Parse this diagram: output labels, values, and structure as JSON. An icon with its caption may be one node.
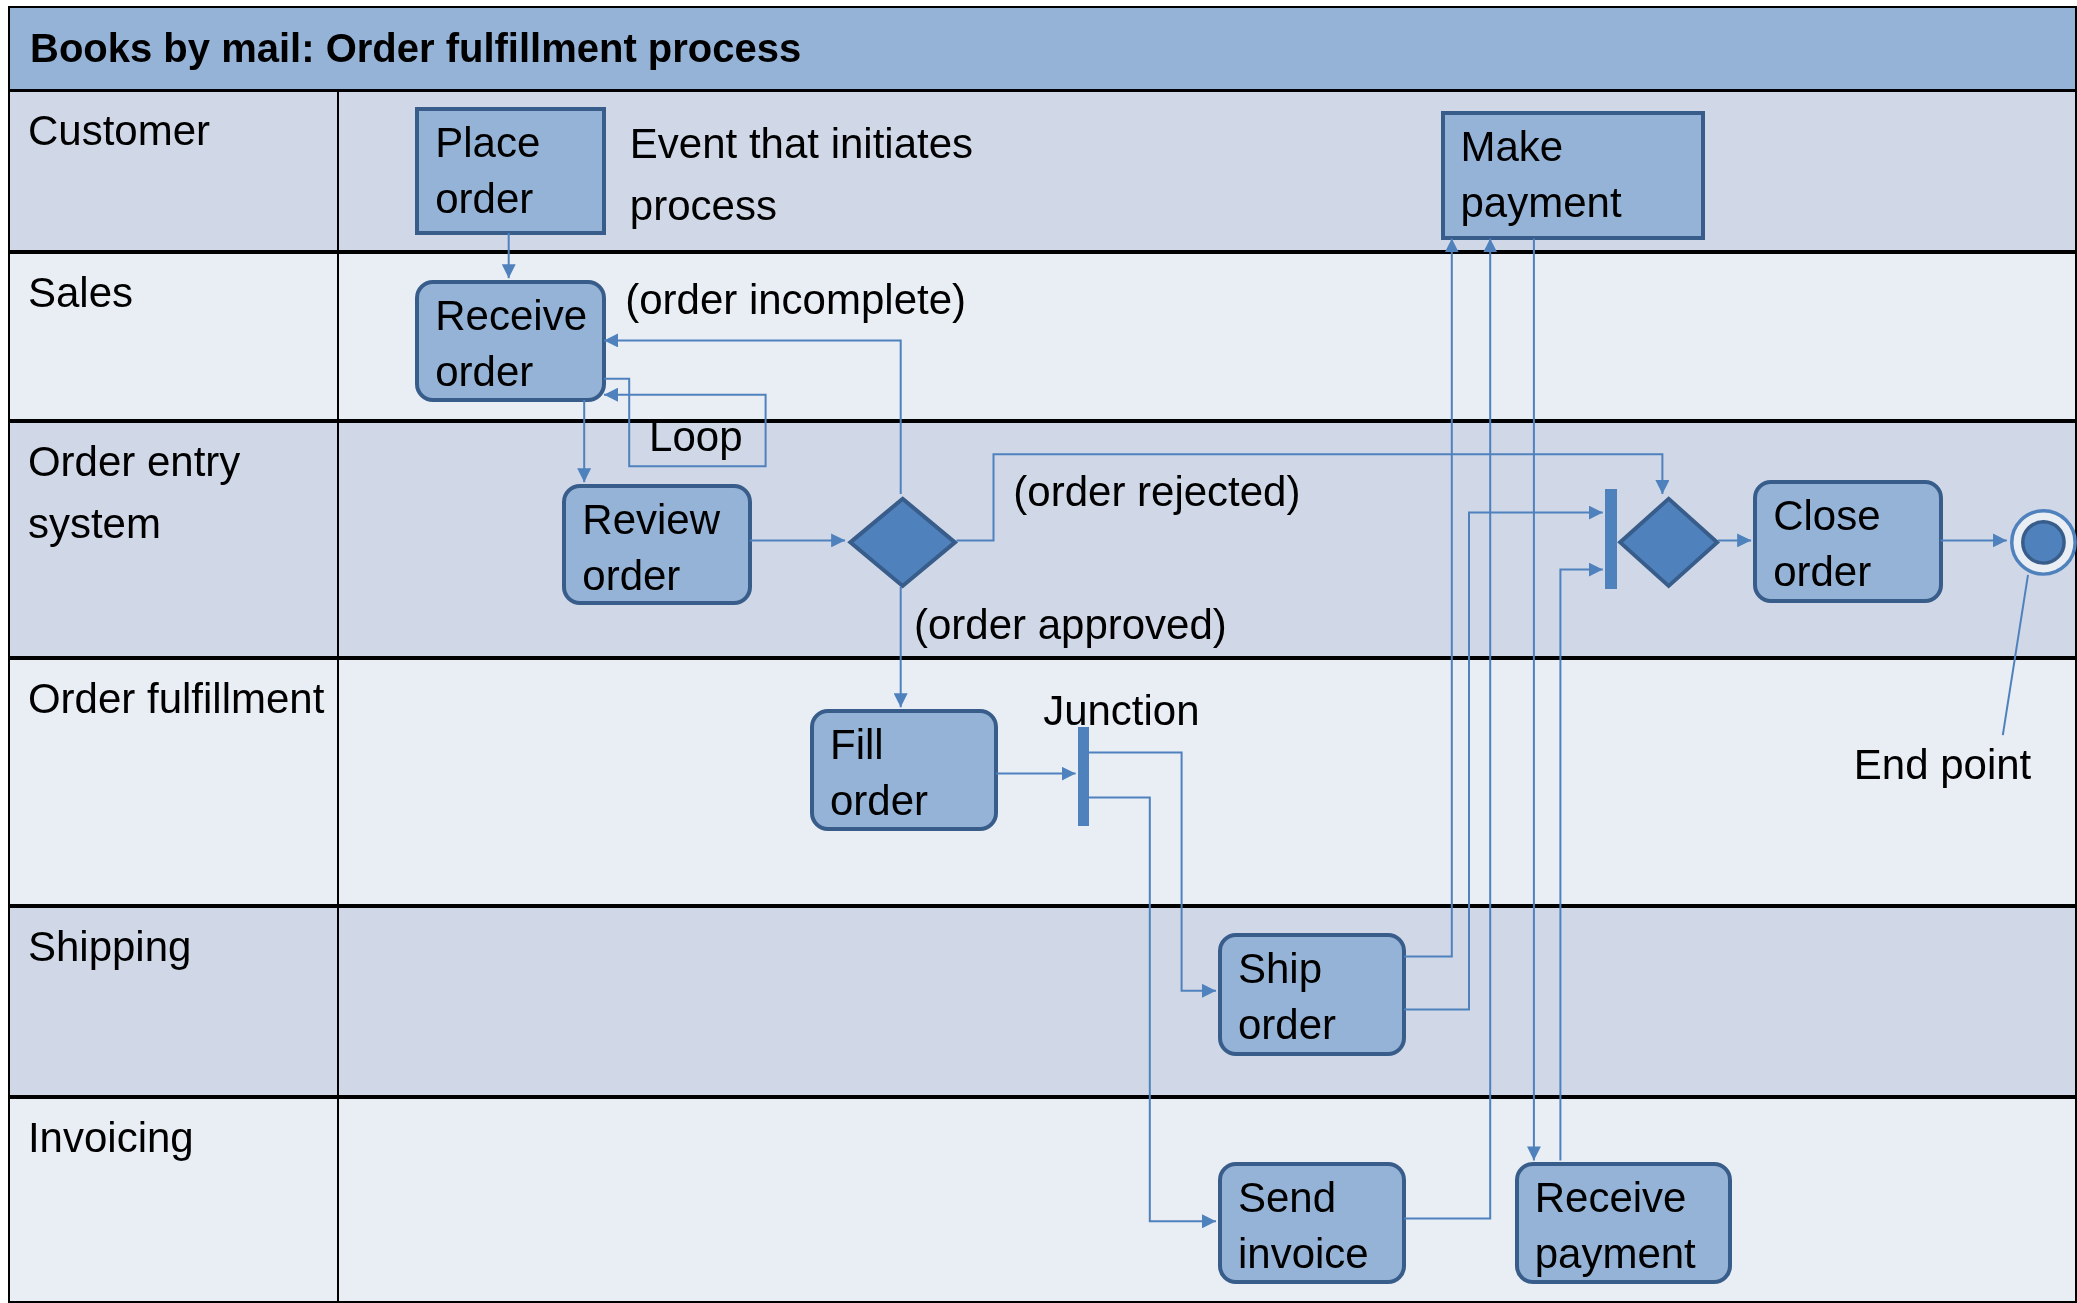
{
  "diagram": {
    "title": "Books by mail: Order fulfillment process",
    "nodes": [
      {
        "text": [
          "Customer"
        ]
      },
      {
        "text": [
          "Place order"
        ],
        "in": 0,
        "beside": [
          "Event that initiates process"
        ]
      },
      {
        "text": [
          "Make payment"
        ],
        "in": 0
      },
      {
        "text": [
          "Sales"
        ]
      },
      {
        "text": [
          "Receive order"
        ],
        "in": 3
      },
      {
        "text": [
          "Order entry system"
        ]
      },
      {
        "text": [
          "Review order"
        ],
        "in": 5
      },
      {
        "text": [],
        "shape": "diamond",
        "in": 5
      },
      {
        "text": [],
        "shape": "bar",
        "in": 5
      },
      {
        "text": [],
        "shape": "diamond",
        "in": 5
      },
      {
        "text": [
          "Close order"
        ],
        "in": 5
      },
      {
        "text": [],
        "shape": "circle",
        "in": 5
      },
      {
        "text": [
          "Order fulfillment"
        ]
      },
      {
        "text": [
          "Fill order"
        ],
        "in": 12
      },
      {
        "text": [],
        "shape": "bar",
        "in": 12,
        "beside": [
          "Junction"
        ]
      },
      {
        "text": [
          "Shipping"
        ]
      },
      {
        "text": [
          "Ship order"
        ],
        "in": 15
      },
      {
        "text": [
          "Invoicing"
        ]
      },
      {
        "text": [
          "Send invoice"
        ],
        "in": 17
      },
      {
        "text": [
          "Receive payment"
        ],
        "in": 17
      },
      {
        "text": [
          "End point"
        ],
        "in": 12
      }
    ],
    "edges": [
      {
        "from": 1,
        "to": 4,
        "arrow": "to"
      },
      {
        "from": 4,
        "to": 6,
        "arrow": "to"
      },
      {
        "from": 6,
        "to": 7,
        "arrow": "to"
      },
      {
        "from": 7,
        "to": 4,
        "arrow": "to",
        "label": "(order incomplete)"
      },
      {
        "from": 4,
        "to": 4,
        "arrow": "to",
        "label": "Loop"
      },
      {
        "from": 7,
        "to": 9,
        "arrow": "to",
        "label": "(order rejected)"
      },
      {
        "from": 7,
        "to": 13,
        "arrow": "to",
        "label": "(order approved)"
      },
      {
        "from": 13,
        "to": 14,
        "arrow": "to"
      },
      {
        "from": 14,
        "to": 16,
        "arrow": "to"
      },
      {
        "from": 14,
        "to": 18,
        "arrow": "to"
      },
      {
        "from": 16,
        "to": 2,
        "arrow": "to"
      },
      {
        "from": 16,
        "to": 8,
        "arrow": "to"
      },
      {
        "from": 18,
        "to": 2,
        "arrow": "to"
      },
      {
        "from": 2,
        "to": 19,
        "arrow": "to"
      },
      {
        "from": 19,
        "to": 8,
        "arrow": "to"
      },
      {
        "from": 9,
        "to": 10,
        "arrow": "to"
      },
      {
        "from": 10,
        "to": 11,
        "arrow": "to"
      },
      {
        "from": 20,
        "to": 11,
        "arrow": "none"
      }
    ]
  }
}
